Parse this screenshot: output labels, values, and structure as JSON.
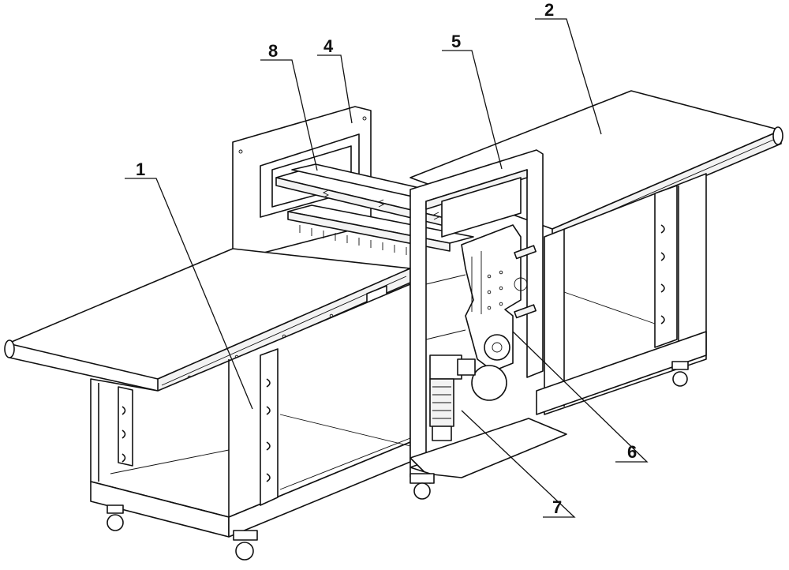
{
  "labels": [
    {
      "id": "1",
      "text": "1"
    },
    {
      "id": "2",
      "text": "2"
    },
    {
      "id": "4",
      "text": "4"
    },
    {
      "id": "5",
      "text": "5"
    },
    {
      "id": "6",
      "text": "6"
    },
    {
      "id": "7",
      "text": "7"
    },
    {
      "id": "8",
      "text": "8"
    }
  ]
}
